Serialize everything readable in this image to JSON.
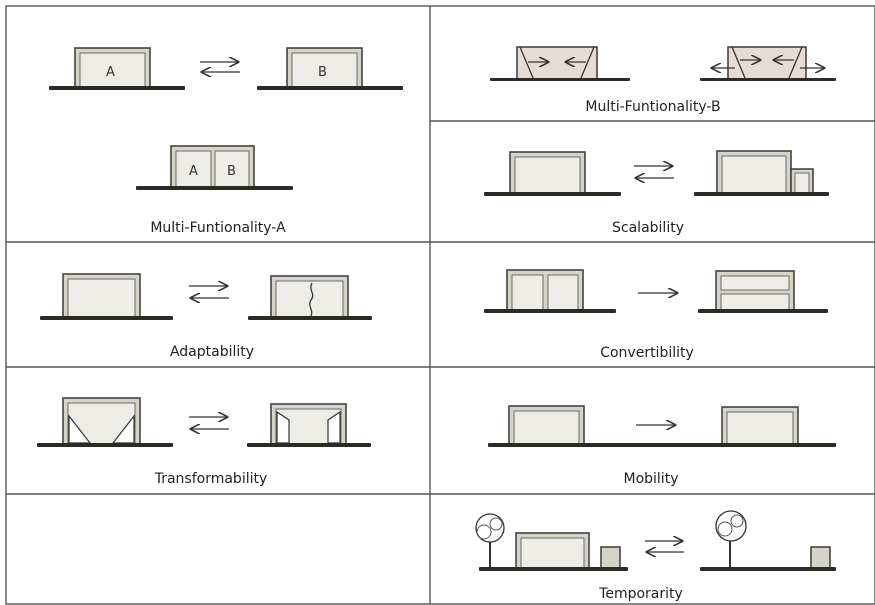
{
  "panels": {
    "multi_a": {
      "label": "Multi-Funtionality-A",
      "letters": [
        "A",
        "B",
        "A",
        "B"
      ]
    },
    "multi_b": {
      "label": "Multi-Funtionality-B"
    },
    "scalability": {
      "label": "Scalability"
    },
    "adaptability": {
      "label": "Adaptability"
    },
    "convertibility": {
      "label": "Convertibility"
    },
    "transformability": {
      "label": "Transformability"
    },
    "mobility": {
      "label": "Mobility"
    },
    "temporarity": {
      "label": "Temporarity"
    }
  },
  "colors": {
    "ground": "#2b2b26",
    "wall": "#d6d3c9",
    "fill": "#eeece6",
    "lines": "#555555"
  }
}
